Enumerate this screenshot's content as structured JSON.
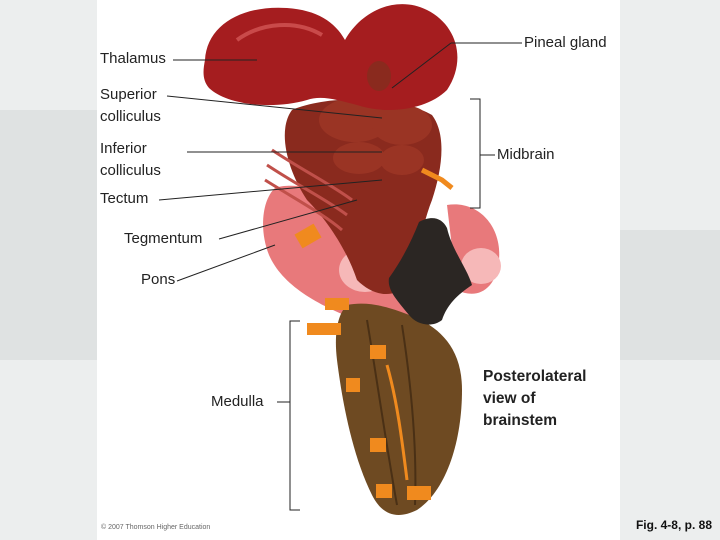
{
  "figure": {
    "labels": {
      "thalamus": "Thalamus",
      "superior_colliculus": "Superior colliculus",
      "inferior_colliculus": "Inferior colliculus",
      "tectum": "Tectum",
      "tegmentum": "Tegmentum",
      "pons": "Pons",
      "medulla": "Medulla",
      "pineal_gland": "Pineal gland",
      "midbrain": "Midbrain"
    },
    "title": "Posterolateral view of brainstem",
    "credit": "© 2007 Thomson Higher Education"
  },
  "caption": "Fig. 4-8, p. 88",
  "colors": {
    "background": "#eceeee",
    "panel": "#ffffff",
    "thalamus": "#a51d1f",
    "midbrain": "#8a2a1e",
    "pons": "#e8797b",
    "medulla": "#6e4a22",
    "nerves": "#f08a1e",
    "ventricle": "#2b2623"
  }
}
